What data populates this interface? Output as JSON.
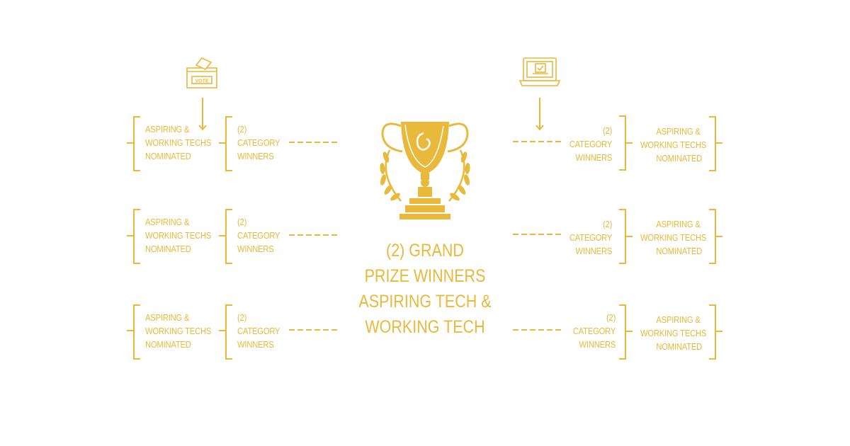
{
  "left_rows": [
    {
      "nominated": [
        "ASPIRING &",
        "WORKING TECHS",
        "NOMINATED"
      ],
      "winners": [
        "(2)",
        "CATEGORY",
        "WINNERS"
      ]
    },
    {
      "nominated": [
        "ASPIRING &",
        "WORKING TECHS",
        "NOMINATED"
      ],
      "winners": [
        "(2)",
        "CATEGORY",
        "WINNERS"
      ]
    },
    {
      "nominated": [
        "ASPIRING &",
        "WORKING TECHS",
        "NOMINATED"
      ],
      "winners": [
        "(2)",
        "CATEGORY",
        "WINNERS"
      ]
    }
  ],
  "right_rows": [
    {
      "winners": [
        "(2)",
        "CATEGORY",
        "WINNERS"
      ],
      "nominated": [
        "ASPIRING &",
        "WORKING TECHS",
        "NOMINATED"
      ]
    },
    {
      "winners": [
        "(2)",
        "CATEGORY",
        "WINNERS"
      ],
      "nominated": [
        "ASPIRING &",
        "WORKING TECHS",
        "NOMINATED"
      ]
    },
    {
      "winners": [
        "(2)",
        "CATEGORY",
        "WINNERS"
      ],
      "nominated": [
        "ASPIRING &",
        "WORKING TECHS",
        "NOMINATED"
      ]
    }
  ],
  "grand": [
    "(2) GRAND",
    "PRIZE WINNERS",
    "ASPIRING TECH &",
    "WORKING TECH"
  ],
  "icons": {
    "left": "ballot-box-icon",
    "right": "laptop-vote-icon",
    "center": "trophy-icon",
    "ballot_text": "VOTE"
  },
  "colors": {
    "accent": "#E8B93A"
  }
}
